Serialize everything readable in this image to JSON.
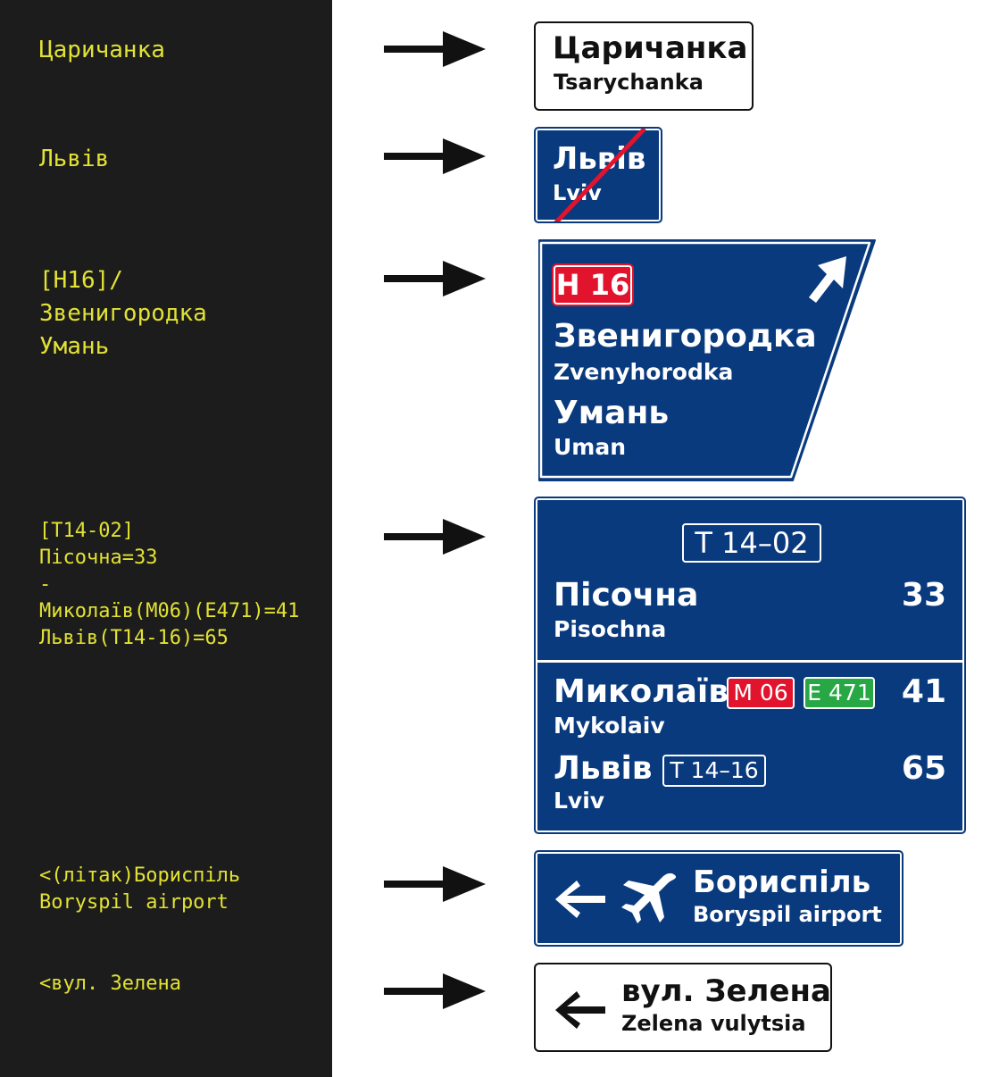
{
  "codes": {
    "c1": "Царичанка",
    "c2": "Львів",
    "c3": "[H16]/\nЗвенигородка\nУмань",
    "c4": "[T14-02]\nПісочна=33\n-\nМиколаїв(M06)(E471)=41\nЛьвів(T14-16)=65",
    "c5": "<(літак)Бориспіль\nBoryspil airport",
    "c6": "<вул. Зелена"
  },
  "signs": {
    "tsarychanka": {
      "name": "Царичанка",
      "latin": "Tsarychanka"
    },
    "lviv_end": {
      "name": "Львів",
      "latin": "Lviv"
    },
    "direction": {
      "route": "H 16",
      "dest1": "Звенигородка",
      "dest1_latin": "Zvenyhorodka",
      "dest2": "Умань",
      "dest2_latin": "Uman"
    },
    "distance": {
      "route": "T 14–02",
      "rows": [
        {
          "name": "Пісочна",
          "latin": "Pisochna",
          "km": "33"
        },
        {
          "name": "Миколаїв",
          "latin": "Mykolaiv",
          "km": "41",
          "route1": "M 06",
          "route2": "E 471"
        },
        {
          "name": "Львів",
          "latin": "Lviv",
          "km": "65",
          "route1": "T 14–16"
        }
      ]
    },
    "airport": {
      "name": "Бориспіль",
      "latin": "Boryspil airport"
    },
    "street": {
      "name": "вул. Зелена",
      "latin": "Zelena vulytsia"
    }
  },
  "colors": {
    "panel": "#1c1c1c",
    "code_text": "#e2e234",
    "sign_blue": "#0a3a7e",
    "route_red": "#e2132c",
    "route_green": "#27a844"
  }
}
